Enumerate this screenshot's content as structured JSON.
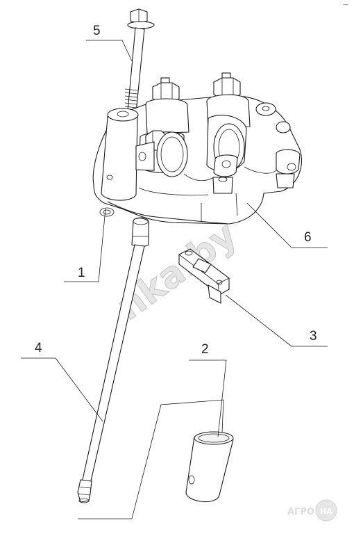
{
  "callouts": [
    {
      "id": "1",
      "label": "1"
    },
    {
      "id": "2",
      "label": "2"
    },
    {
      "id": "3",
      "label": "3"
    },
    {
      "id": "4",
      "label": "4"
    },
    {
      "id": "5",
      "label": "5"
    },
    {
      "id": "6",
      "label": "6"
    }
  ],
  "watermark": {
    "text": "nka.by"
  },
  "corner_mark": {
    "text": "—"
  },
  "logo": {
    "left": "АГРО",
    "right": "НА"
  }
}
